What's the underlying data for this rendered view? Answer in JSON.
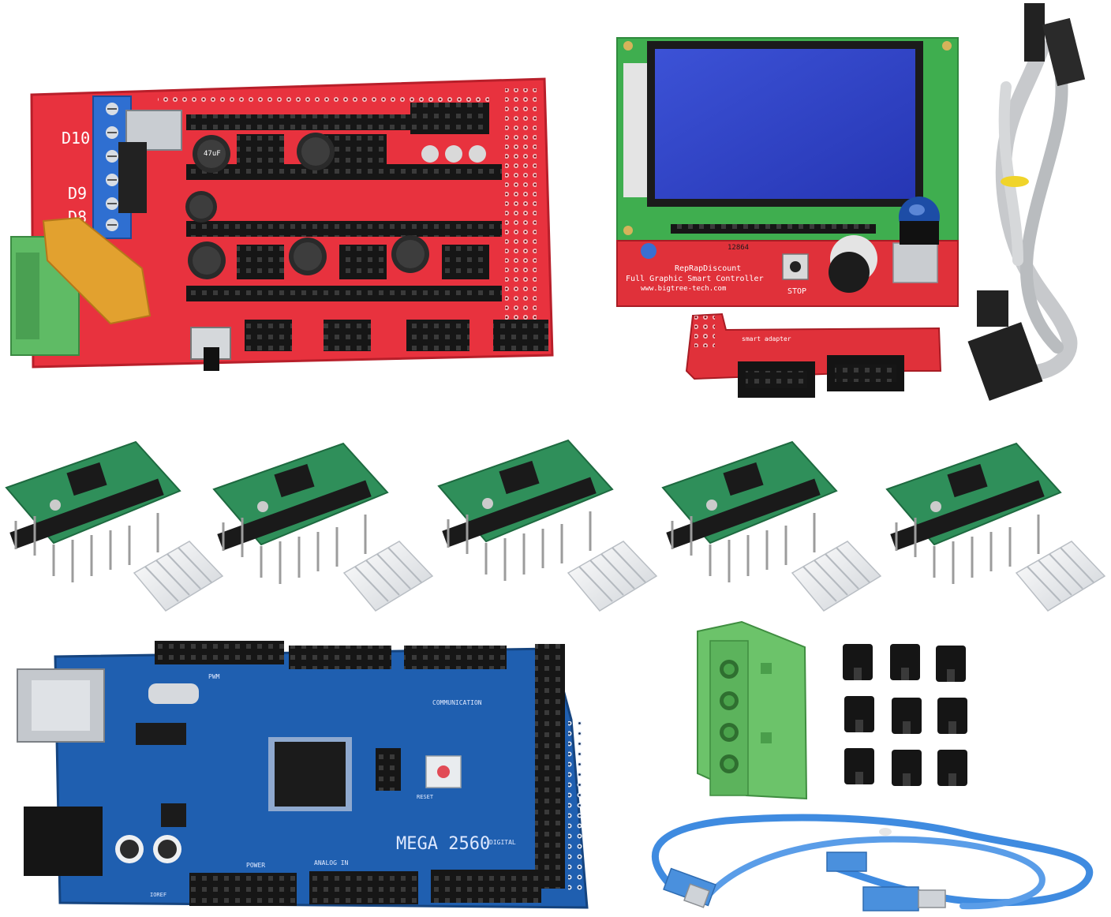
{
  "ramps_board": {
    "label_d10": "D10",
    "label_d9": "D9",
    "label_d8": "D8",
    "cap_marking": "47uF"
  },
  "lcd_controller": {
    "model_label": "12864",
    "brand_line": "RepRapDiscount",
    "product_line": "Full Graphic Smart Controller",
    "url_line": "www.bigtree-tech.com",
    "stop_label": "STOP"
  },
  "lcd_adapter": {
    "label": "smart adapter"
  },
  "arduino_mega": {
    "board_name": "MEGA 2560",
    "analog_label": "ANALOG IN",
    "power_label": "POWER",
    "comm_label": "COMMUNICATION",
    "pwm_label": "PWM",
    "digital_label": "DIGITAL",
    "reset_label": "RESET",
    "ioref_label": "IOREF"
  },
  "colors": {
    "ramps_red": "#e8323e",
    "lcd_green": "#3fae4f",
    "lcd_screen": "#2d3fc8",
    "mega_blue": "#1f5fb0",
    "driver_green": "#2f8f5a",
    "terminal_green": "#6cc36a",
    "usb_cable": "#3f8be0"
  },
  "counts": {
    "stepper_drivers": 5,
    "heatsinks": 5,
    "jumpers": 9
  }
}
